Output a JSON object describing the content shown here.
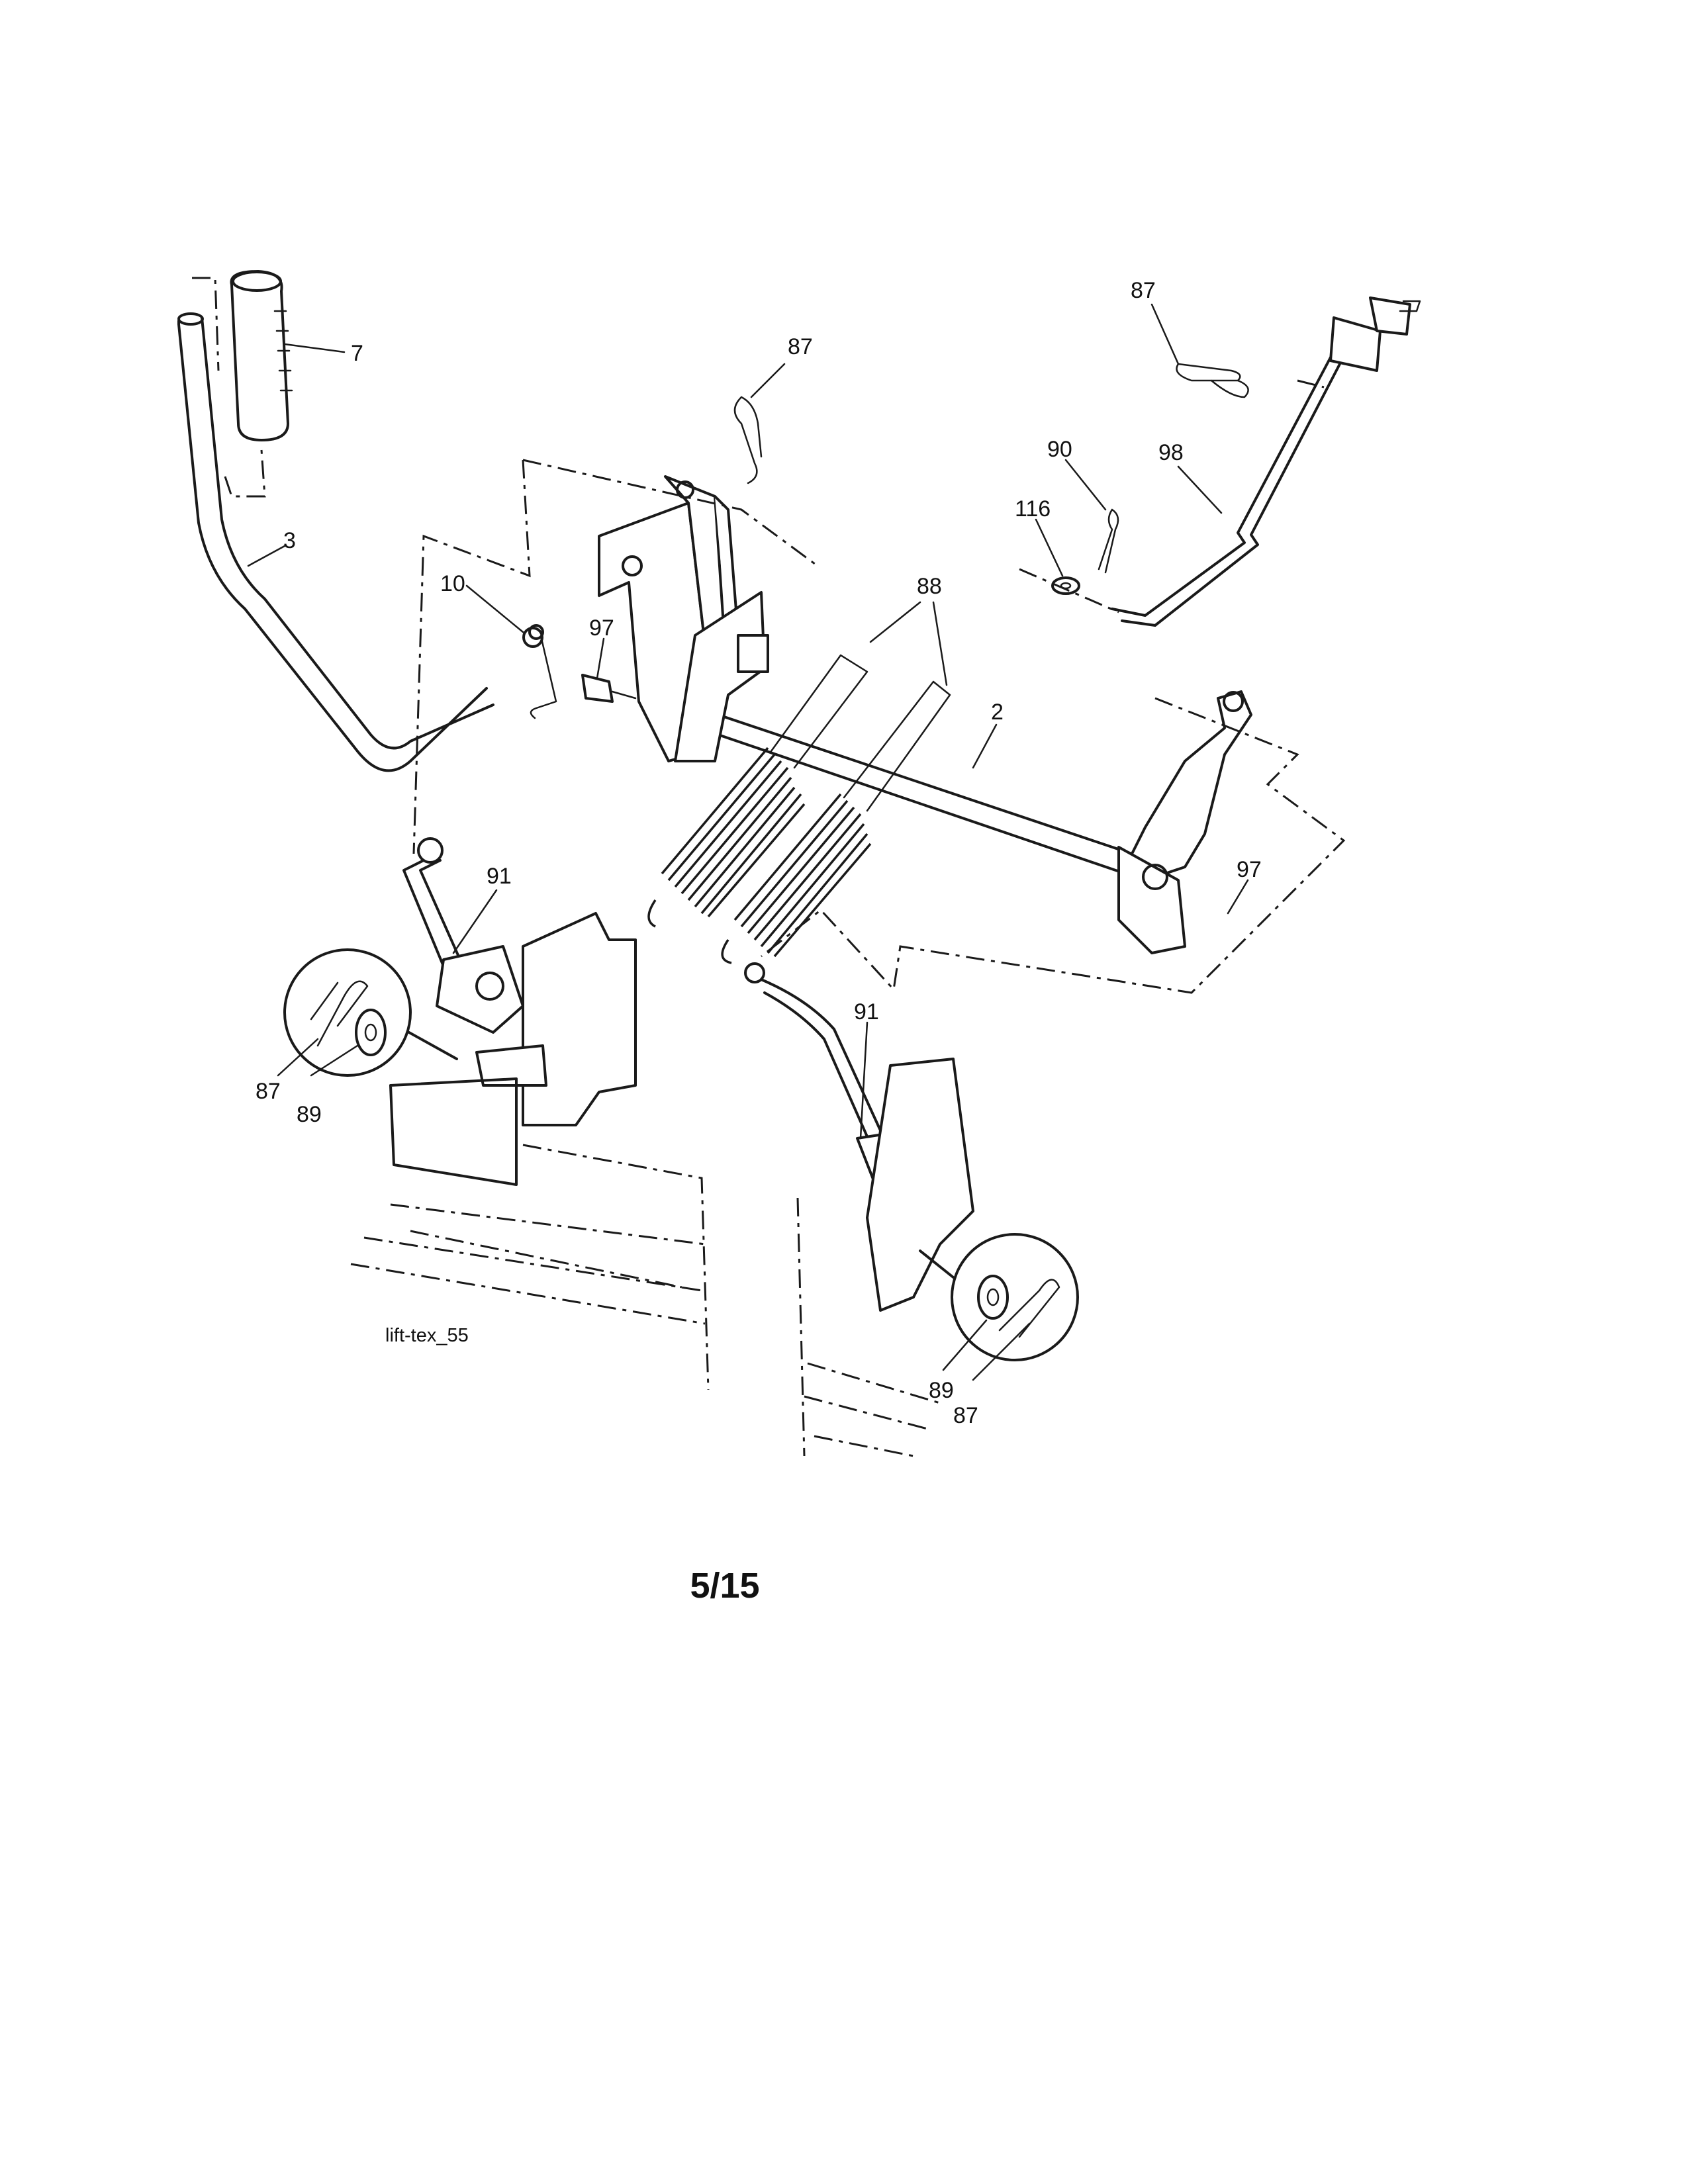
{
  "diagram": {
    "figure_id": "lift-tex_55",
    "page_number": "5/15",
    "callouts": {
      "c7": "7",
      "c3": "3",
      "c87_top": "87",
      "c10": "10",
      "c97_left": "97",
      "c88": "88",
      "c2": "2",
      "c87_right": "87",
      "c90": "90",
      "c98": "98",
      "c116": "116",
      "c97_right": "97",
      "c91_left": "91",
      "c91_right": "91",
      "c87_detail_left": "87",
      "c89_detail_left": "89",
      "c89_detail_right": "89",
      "c87_detail_right": "87"
    }
  }
}
